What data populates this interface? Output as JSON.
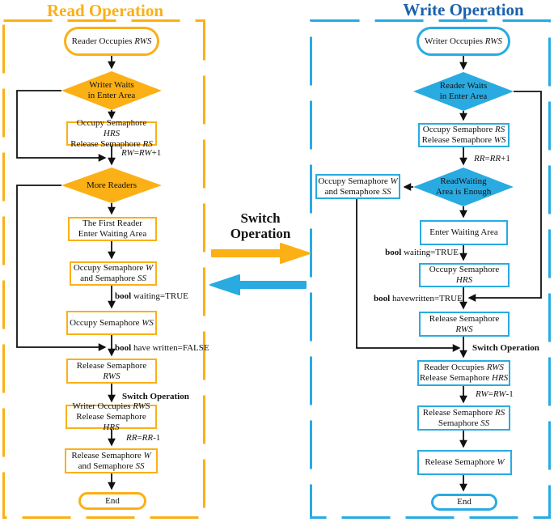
{
  "colors": {
    "orange": "#FBB016",
    "cyan": "#29ABE2",
    "title_blue": "#1C60AB",
    "line_black": "#111111"
  },
  "read": {
    "title": "Read Operation",
    "nodes": [
      {
        "type": "terminal",
        "lines": [
          "Reader Occupies *RWS*"
        ]
      },
      {
        "type": "decision",
        "lines": [
          "Writer Waits",
          "in Enter Area"
        ]
      },
      {
        "type": "process",
        "lines": [
          "Occupy Semaphore *HRS*",
          "Release Semaphore *RS*"
        ]
      },
      {
        "type": "decision",
        "lines": [
          "More Readers"
        ]
      },
      {
        "type": "process",
        "lines": [
          "The First Reader",
          "Enter Waiting Area"
        ]
      },
      {
        "type": "process",
        "lines": [
          "Occupy Semaphore *W*",
          "and Semaphore *SS*"
        ]
      },
      {
        "type": "process",
        "lines": [
          "Occupy Semaphore *WS*"
        ]
      },
      {
        "type": "process",
        "lines": [
          "Release Semaphore *RWS*"
        ]
      },
      {
        "type": "process",
        "lines": [
          "Writer Occupies *RWS*",
          "Release Semaphore *HRS*"
        ]
      },
      {
        "type": "process",
        "lines": [
          "Release Semaphore *W*",
          "and Semaphore *SS*"
        ]
      },
      {
        "type": "terminal",
        "lines": [
          "End"
        ]
      }
    ],
    "labels": {
      "rw_inc": "*RW*=*RW*+1",
      "waiting_true": "**bool** waiting=TRUE",
      "have_written_false": "**bool** have written=FALSE",
      "switch_op": "**Switch Operation**",
      "rr_dec": "*RR*=*RR*-1"
    }
  },
  "write": {
    "title": "Write Operation",
    "nodes": [
      {
        "type": "terminal",
        "lines": [
          "Writer Occupies *RWS*"
        ]
      },
      {
        "type": "decision",
        "lines": [
          "Reader Waits",
          "in Enter Area"
        ]
      },
      {
        "type": "process",
        "lines": [
          "Occupy Semaphore *RS*",
          "Release Semaphore *WS*"
        ]
      },
      {
        "type": "decision",
        "lines": [
          "ReadWaiting",
          "Area is Enough"
        ]
      },
      {
        "type": "process",
        "lines": [
          "Occupy Semaphore *W*",
          "and Semaphore *SS*"
        ]
      },
      {
        "type": "process",
        "lines": [
          "Enter Waiting Area"
        ]
      },
      {
        "type": "process",
        "lines": [
          "Occupy Semaphore *HRS*"
        ]
      },
      {
        "type": "process",
        "lines": [
          "Release Semaphore *RWS*"
        ]
      },
      {
        "type": "process",
        "lines": [
          "Reader Occupies *RWS*",
          "Release Semaphore *HRS*"
        ]
      },
      {
        "type": "process",
        "lines": [
          "Release Semaphore *RS*",
          "Semaphore *SS*"
        ]
      },
      {
        "type": "process",
        "lines": [
          "Release Semaphore *W*"
        ]
      },
      {
        "type": "terminal",
        "lines": [
          "End"
        ]
      }
    ],
    "labels": {
      "rr_inc": "*RR*=*RR*+1",
      "waiting_true": "**bool** waiting=TRUE",
      "havewritten_true": "**bool** havewritten=TRUE",
      "switch_op": "**Switch Operation**",
      "rw_dec": "*RW*=*RW*-1"
    }
  },
  "center": {
    "switch_line1": "Switch",
    "switch_line2": "Operation"
  }
}
